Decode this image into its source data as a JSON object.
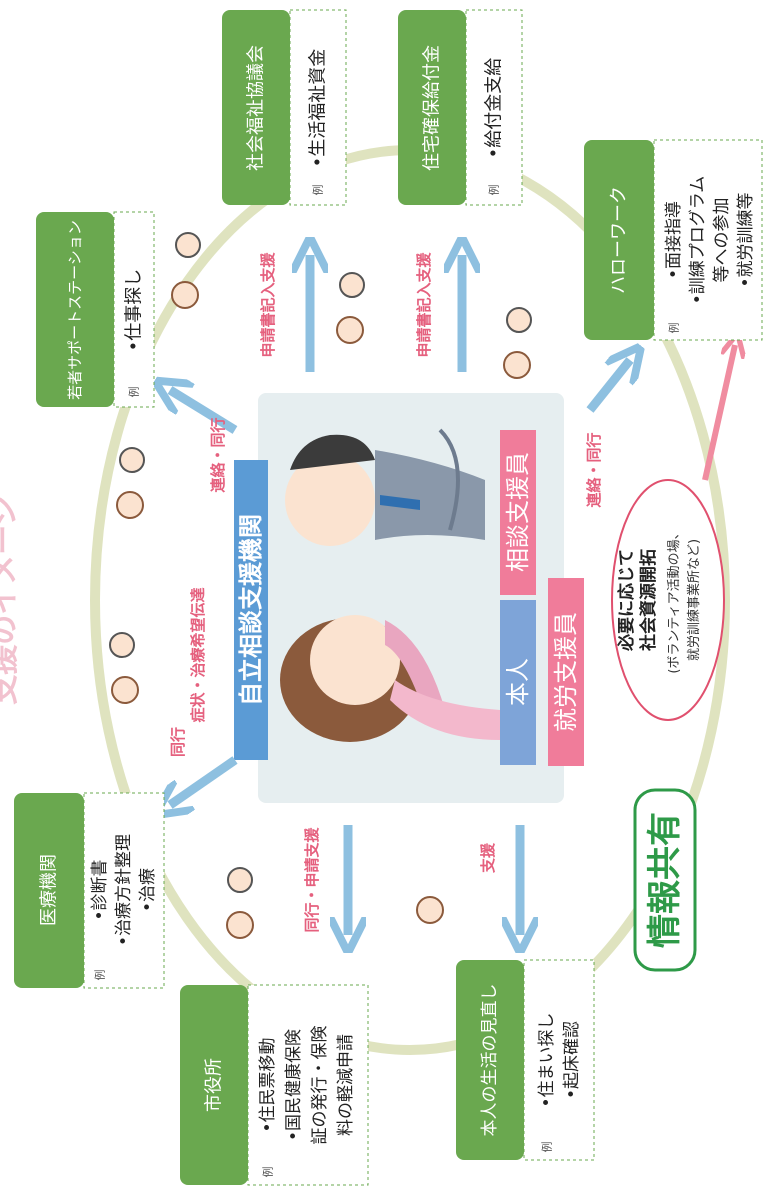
{
  "header_partial": "支援のイメージ",
  "center": {
    "org": "自立相談支援機関",
    "roles": [
      "本人",
      "就労支援員",
      "相談支援員"
    ]
  },
  "resource_bubble": {
    "line1": "必要に応じて",
    "line2": "社会資源開拓",
    "line3": "(ボランティア活動の場、",
    "line4": "就労訓練事業所など)"
  },
  "info_share": "情報共有",
  "example_badge": "例",
  "nodes": [
    {
      "id": "social-welfare-council",
      "title": "社会福祉協議会",
      "items": [
        "•生活福祉資金"
      ]
    },
    {
      "id": "housing-benefit",
      "title": "住宅確保給付金",
      "items": [
        "•給付金支給"
      ]
    },
    {
      "id": "hello-work",
      "title": "ハローワーク",
      "items": [
        "•面接指導",
        "•訓練プログラム",
        "等への参加",
        "•就労訓練等"
      ]
    },
    {
      "id": "youth-support-station",
      "title": "若者サポートステーション",
      "items": [
        "•仕事探し"
      ]
    },
    {
      "id": "medical",
      "title": "医療機関",
      "items": [
        "•診断書",
        "•治療方針整理",
        "•治療"
      ]
    },
    {
      "id": "city-office",
      "title": "市役所",
      "items": [
        "•住民票移動",
        "•国民健康保険",
        "証の発行・保険",
        "料の軽減申請"
      ]
    },
    {
      "id": "life-review",
      "title": "本人の生活の見直し",
      "items": [
        "•住まい探し",
        "•起床確認"
      ]
    }
  ],
  "arrow_labels": {
    "to_council": "申請書記入支援",
    "to_housing": "申請書記入支援",
    "to_hello_work": "連絡・同行",
    "to_youth": "連絡・同行",
    "to_medical_1": "同行",
    "to_medical_2": "症状・治療希望伝達",
    "to_city": "同行・申請支援",
    "to_life": "支援"
  },
  "colors": {
    "node_green": "#6aa84f",
    "arrow_blue": "#8ec0e0",
    "arrow_pink": "#f08ca0",
    "label_pink": "#e5607e",
    "ring": "#dfe3bf",
    "center_bg": "#e6eef0",
    "center_label_blue": "#5b9bd5",
    "role_blue": "#7ea4d8",
    "role_pink": "#f07c9a",
    "info_green": "#2e9a48"
  }
}
